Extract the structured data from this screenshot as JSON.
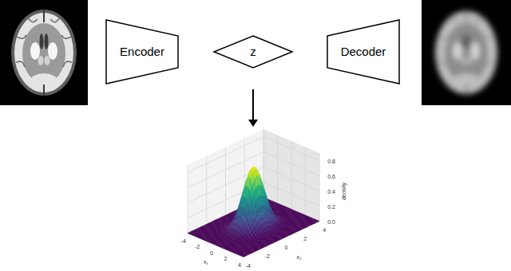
{
  "diagram": {
    "nodes": [
      {
        "text": [
          "Encoder"
        ]
      },
      {
        "text": [
          "z"
        ]
      },
      {
        "text": [
          "Decoder"
        ]
      }
    ],
    "labels": [
      "-4",
      "-2",
      "0",
      "2",
      "4",
      "x₁",
      "-4",
      "-2",
      "0",
      "2",
      "4",
      "x₂",
      "0.0",
      "0.2",
      "0.4",
      "0.6",
      "0.8",
      "density"
    ]
  }
}
